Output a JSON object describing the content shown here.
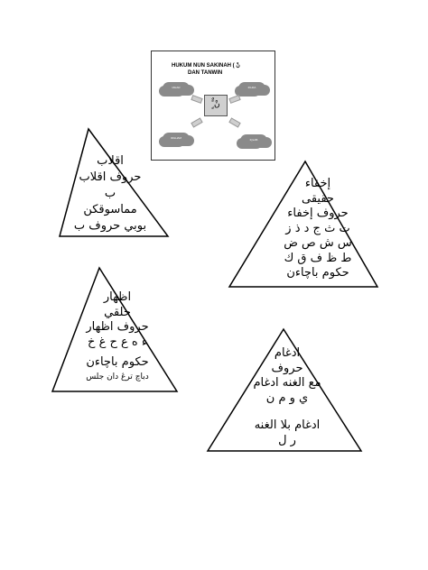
{
  "thumbnail": {
    "title_line1": "HUKUM NUN SAKINAH ( نْ",
    "title_line2": "DAN TANWIN",
    "center_glyph": "نْ ًٌٍ",
    "clouds": [
      "IZHAR",
      "IKHFA",
      "IDGHAM",
      "IQLAB"
    ]
  },
  "iqlab": {
    "lines": [
      "اقلاب",
      "حروف اقلاب",
      "ب",
      "مماسوقكن",
      "بوبي حروف ب"
    ]
  },
  "ikhfa": {
    "lines": [
      "إخفاء",
      "حقيقى",
      "حروف إخفاء",
      "ت ث ج د ذ ز",
      "س ش ص ض",
      "ط ظ ف ق ك",
      "حكوم باچاءن"
    ]
  },
  "izhar": {
    "lines": [
      "اظهار",
      "حلقي",
      "حروف اظهار",
      "ء ه ع ح غ خ"
    ],
    "lines2": [
      "حكوم باچاءن"
    ],
    "small": "دباچ ترڠ دان جلس"
  },
  "idgham": {
    "lines": [
      "ادغام",
      "حروف",
      "مع الغنه ادغام",
      "ي و م ن"
    ],
    "lines2": [
      "ادغام بلا الغنه",
      "ر ل"
    ]
  }
}
